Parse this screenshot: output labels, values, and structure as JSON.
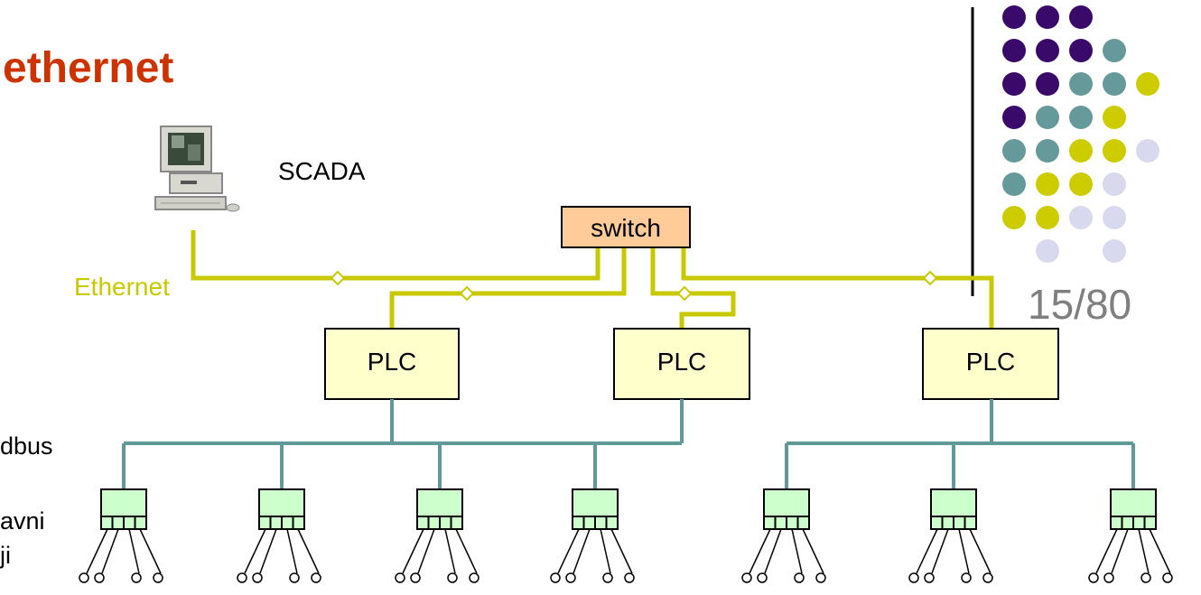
{
  "slide": {
    "title": "ethernet",
    "page_number": "15/80"
  },
  "diagram": {
    "scada_label": "SCADA",
    "network_label": "Ethernet",
    "switch_label": "switch",
    "plc_label": "PLC",
    "fieldbus_label": "dbus",
    "side_label_line1": "avni",
    "side_label_line2": "ji"
  },
  "colors": {
    "title": "#cc3300",
    "ethernet_cable": "#c8c800",
    "fieldbus_line": "#5f9999",
    "plc_fill": "#ffffcc",
    "switch_fill": "#ffcc99",
    "io_module_fill": "#ccffcc",
    "page_number": "#7f7f7f",
    "dot_purple": "#3a0a6a",
    "dot_teal": "#669999",
    "dot_yellow": "#cccc00",
    "dot_lavender": "#d8d8ee"
  },
  "decor": {
    "dot_grid": [
      [
        "purple",
        "purple",
        "purple",
        "",
        "",
        ""
      ],
      [
        "purple",
        "purple",
        "purple",
        "teal",
        "",
        ""
      ],
      [
        "purple",
        "purple",
        "teal",
        "teal",
        "yellow",
        ""
      ],
      [
        "purple",
        "teal",
        "teal",
        "yellow",
        "",
        ""
      ],
      [
        "teal",
        "teal",
        "yellow",
        "yellow",
        "lavender",
        ""
      ],
      [
        "teal",
        "yellow",
        "yellow",
        "lavender",
        "",
        ""
      ],
      [
        "yellow",
        "yellow",
        "lavender",
        "lavender",
        "",
        ""
      ],
      [
        "",
        "lavender",
        "",
        "lavender",
        "",
        ""
      ]
    ]
  }
}
